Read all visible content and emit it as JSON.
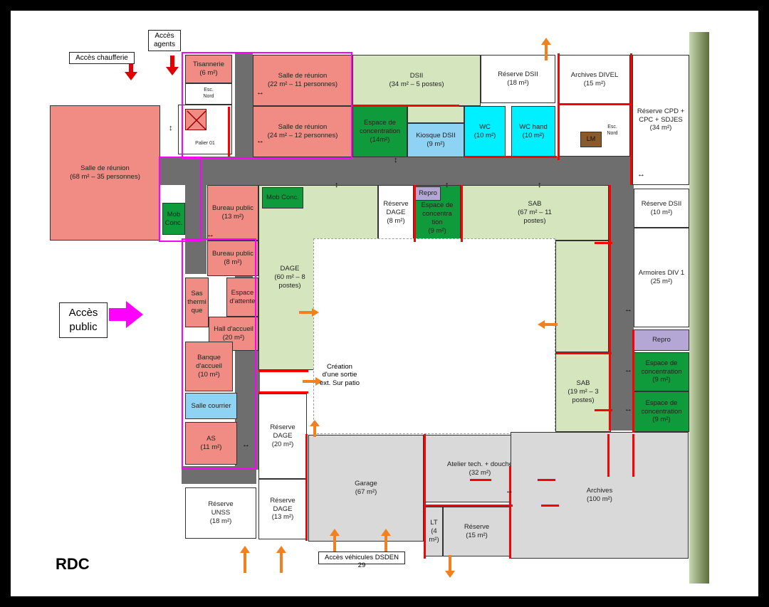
{
  "floor_label": "RDC",
  "notes": {
    "acces_chaufferie": "Accès chaufferie",
    "acces_agents": "Accès\nagents",
    "acces_public": "Accès\npublic",
    "acces_vehicules": "Accès véhicules DSDEN 29",
    "creation_sortie": "Création\nd'une sortie\next. Sur patio"
  },
  "rooms": {
    "tisannerie": "Tisannerie\n(6 m²)",
    "salle_reunion_22": "Salle de réunion\n(22 m² – 11 personnes)",
    "salle_reunion_24": "Salle de réunion\n(24 m² – 12 personnes)",
    "salle_reunion_68": "Salle de réunion\n(68 m² – 35 personnes)",
    "dsii": "DSII\n(34 m² – 5 postes)",
    "reserve_dsii_18": "Réserve DSII\n(18 m²)",
    "archives_divel": "Archives DIVEL\n(15 m²)",
    "reserve_cpd": "Réserve CPD +\nCPC + SDJES\n(34 m²)",
    "espace_concentration_14": "Espace de\nconcentration\n(14m²)",
    "kiosque_dsii": "Kiosque DSII\n(9 m²)",
    "wc": "WC\n(10 m²)",
    "wc_hand": "WC hand\n(10 m²)",
    "lm": "LM",
    "mob_conc_1": "Mob\nConc.",
    "mob_conc_2": "Mob Conc.",
    "bureau_public_13": "Bureau public\n(13 m²)",
    "bureau_public_8": "Bureau public\n(8 m²)",
    "dage_60": "DAGE\n(60 m² – 8\npostes)",
    "reserve_dage_8": "Réserve\nDAGE\n(8 m²)",
    "repro_1": "Repro",
    "espace_concentration_9a": "Espace de\nconcentra\ntion\n(9 m²)",
    "sab_67": "SAB\n(67 m² – 11\npostes)",
    "reserve_dsii_10": "Réserve DSII\n(10 m²)",
    "armoires_div": "Armoires DIV 1\n(25 m²)",
    "sas_thermique": "Sas\nthermi\nque",
    "espace_attente": "Espace\nd'attente",
    "hall_accueil": "Hall d'accueil\n(20 m²)",
    "banque_accueil": "Banque\nd'accueil\n(10 m²)",
    "salle_courrier": "Salle courrier",
    "as": "AS\n(11 m²)",
    "reserve_dage_20": "Réserve\nDAGE\n(20 m²)",
    "reserve_unss": "Réserve\nUNSS\n(18 m²)",
    "reserve_dage_13": "Réserve\nDAGE\n(13 m²)",
    "garage": "Garage\n(67 m²)",
    "atelier": "Atelier tech. + douche\n(32 m²)",
    "lt": "LT\n(4\nm²)",
    "reserve_15": "Réserve\n(15 m²)",
    "archives_100": "Archives\n(100 m²)",
    "repro_2": "Repro",
    "sab_19": "SAB\n(19 m² – 3\npostes)",
    "espace_concentration_9b": "Espace de\nconcentration\n(9 m²)",
    "espace_concentration_9c": "Espace de\nconcentration\n(9 m²)",
    "palier": "Palier 01",
    "esc_nord_1": "Esc.\nNord",
    "esc_nord_2": "Esc.\nNord"
  },
  "colors": {
    "meeting": "#f08c84",
    "open_office": "#d5e6bf",
    "concentration": "#0f9a3c",
    "sanitary": "#00f0ff",
    "kiosk": "#8fd3f4",
    "storage": "#ffffff",
    "technical": "#d9d9d9",
    "repro": "#b4a7d6",
    "lm": "#8b5a2b",
    "corridor": "#6e6e6e",
    "red_partition": "#ff0000",
    "magenta_zone": "#ff00ff",
    "arrow_orange": "#f08020"
  }
}
